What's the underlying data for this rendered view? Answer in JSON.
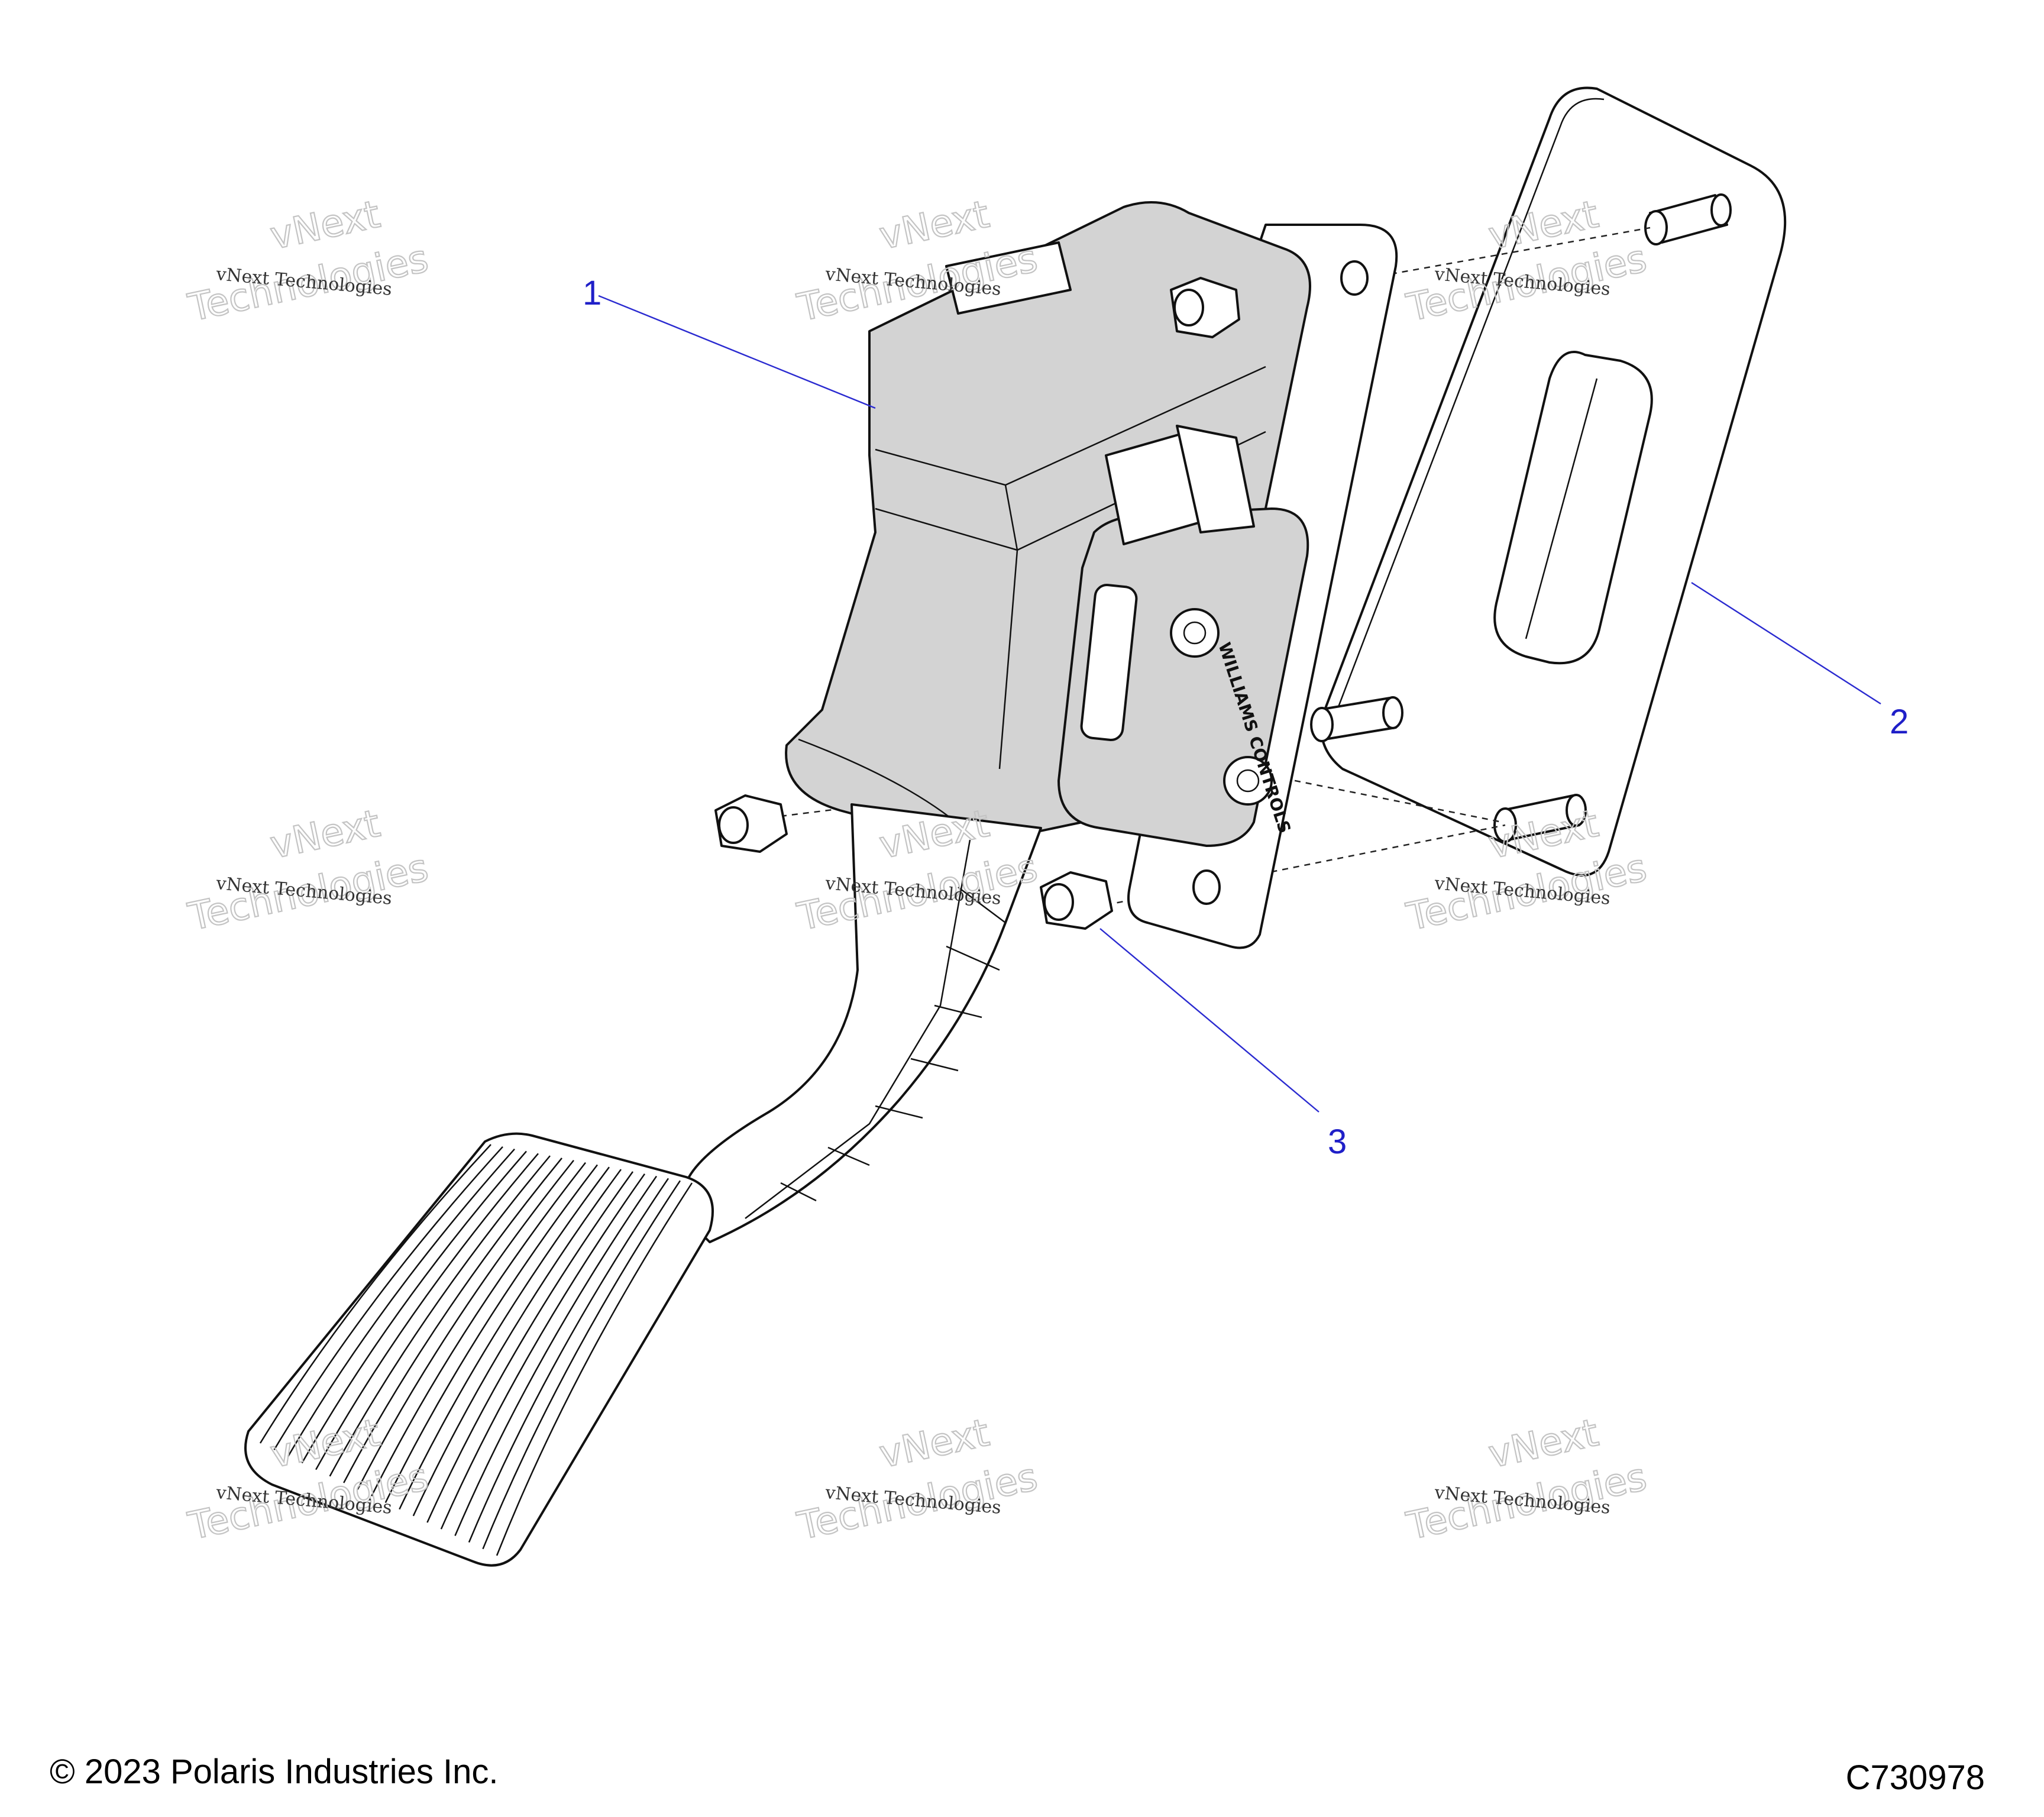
{
  "callouts": [
    {
      "number": "1"
    },
    {
      "number": "2"
    },
    {
      "number": "3"
    }
  ],
  "watermark": {
    "small_text": "vNext Technologies",
    "big_word_1": "vNext",
    "big_word_2": "Technologies"
  },
  "sensor_logo_text": "WILLIAMS CONTROLS",
  "footer": {
    "copyright": "© 2023 Polaris Industries Inc.",
    "figure_id": "C730978"
  },
  "colors": {
    "callout": "#1f1fc8",
    "line_art": "#111111",
    "housing_shade": "#d3d3d3"
  }
}
